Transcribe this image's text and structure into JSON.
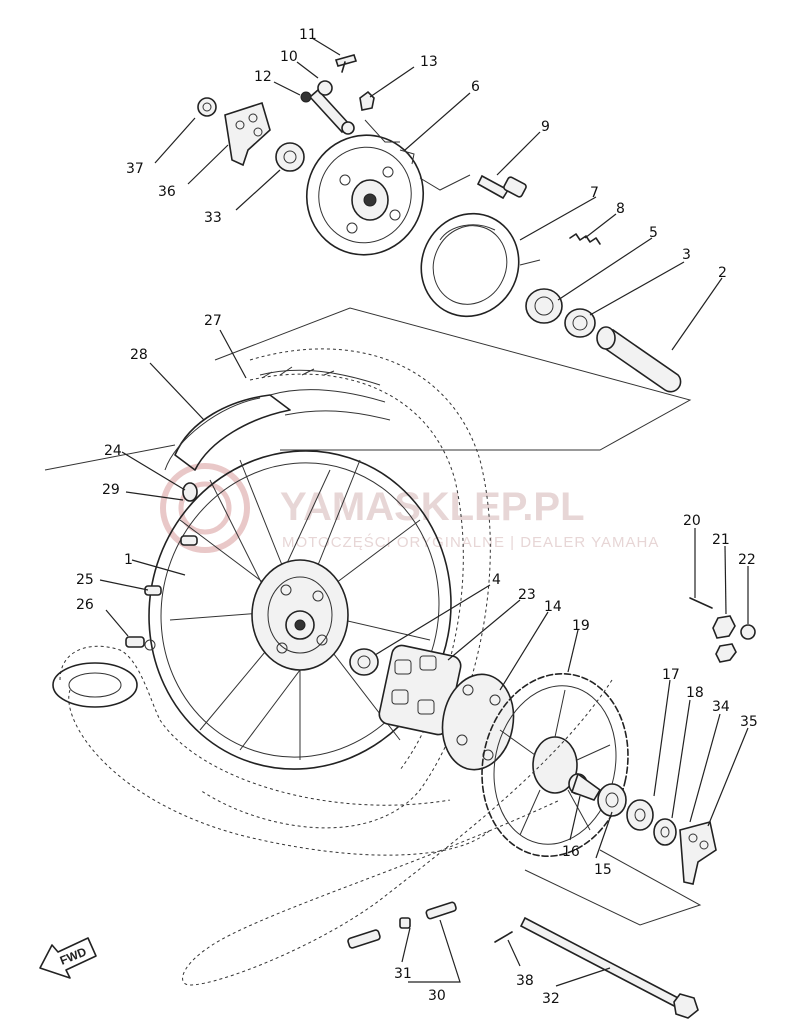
{
  "watermark": {
    "title": "YAMASKLEP.PL",
    "subtitle": "MOTOCZĘŚCI ORYGINALNE | DEALER YAMAHA",
    "color": "#e2a3a3"
  },
  "fwd_arrow": {
    "label": "FWD"
  },
  "callouts": [
    {
      "id": "c1",
      "label": "1"
    },
    {
      "id": "c2",
      "label": "2"
    },
    {
      "id": "c3",
      "label": "3"
    },
    {
      "id": "c4",
      "label": "4"
    },
    {
      "id": "c5",
      "label": "5"
    },
    {
      "id": "c6",
      "label": "6"
    },
    {
      "id": "c7",
      "label": "7"
    },
    {
      "id": "c8",
      "label": "8"
    },
    {
      "id": "c9",
      "label": "9"
    },
    {
      "id": "c10",
      "label": "10"
    },
    {
      "id": "c11",
      "label": "11"
    },
    {
      "id": "c12",
      "label": "12"
    },
    {
      "id": "c13",
      "label": "13"
    },
    {
      "id": "c14",
      "label": "14"
    },
    {
      "id": "c15",
      "label": "15"
    },
    {
      "id": "c16",
      "label": "16"
    },
    {
      "id": "c17",
      "label": "17"
    },
    {
      "id": "c18",
      "label": "18"
    },
    {
      "id": "c19",
      "label": "19"
    },
    {
      "id": "c20",
      "label": "20"
    },
    {
      "id": "c21",
      "label": "21"
    },
    {
      "id": "c22",
      "label": "22"
    },
    {
      "id": "c23",
      "label": "23"
    },
    {
      "id": "c24",
      "label": "24"
    },
    {
      "id": "c25",
      "label": "25"
    },
    {
      "id": "c26",
      "label": "26"
    },
    {
      "id": "c27",
      "label": "27"
    },
    {
      "id": "c28",
      "label": "28"
    },
    {
      "id": "c29",
      "label": "29"
    },
    {
      "id": "c30",
      "label": "30"
    },
    {
      "id": "c31",
      "label": "31"
    },
    {
      "id": "c32",
      "label": "32"
    },
    {
      "id": "c33",
      "label": "33"
    },
    {
      "id": "c34",
      "label": "34"
    },
    {
      "id": "c35",
      "label": "35"
    },
    {
      "id": "c36",
      "label": "36"
    },
    {
      "id": "c37",
      "label": "37"
    },
    {
      "id": "c38",
      "label": "38"
    }
  ]
}
